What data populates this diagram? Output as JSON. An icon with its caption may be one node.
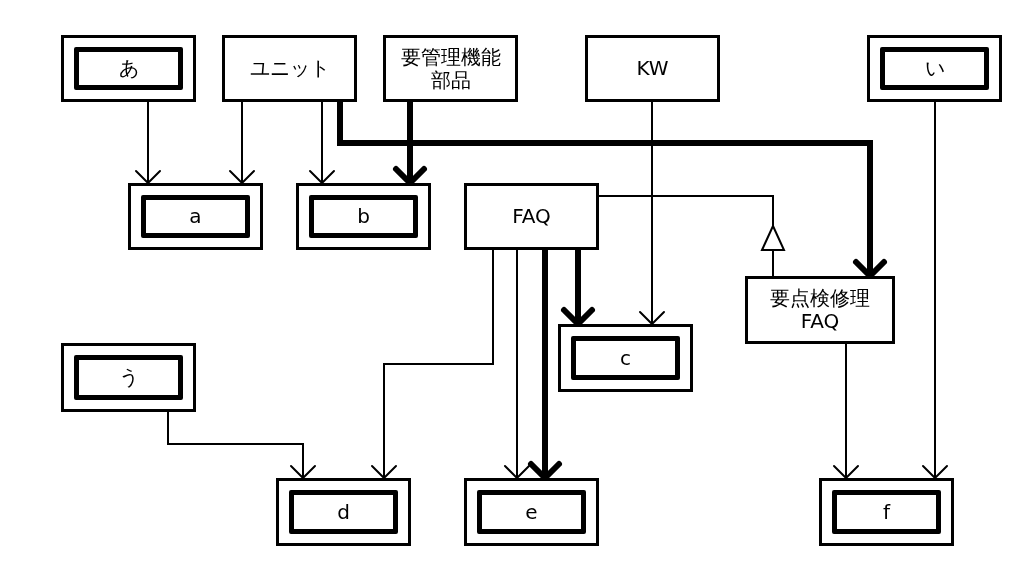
{
  "diagram": {
    "nodes": [
      {
        "text": [],
        "shape": "box"
      },
      {
        "text": [
          "あ"
        ],
        "in": 0
      },
      {
        "text": [
          "ユニット"
        ]
      },
      {
        "text": [
          "要管理機能部品"
        ]
      },
      {
        "text": [
          "KW"
        ]
      },
      {
        "text": [],
        "shape": "box"
      },
      {
        "text": [
          "い"
        ],
        "in": 5
      },
      {
        "text": [],
        "shape": "box"
      },
      {
        "text": [
          "a"
        ],
        "in": 7
      },
      {
        "text": [],
        "shape": "box"
      },
      {
        "text": [
          "b"
        ],
        "in": 9
      },
      {
        "text": [
          "FAQ"
        ]
      },
      {
        "text": [
          "要点検修理FAQ"
        ]
      },
      {
        "text": [],
        "shape": "box"
      },
      {
        "text": [
          "c"
        ],
        "in": 13
      },
      {
        "text": [],
        "shape": "box"
      },
      {
        "text": [
          "う"
        ],
        "in": 15
      },
      {
        "text": [],
        "shape": "box"
      },
      {
        "text": [
          "d"
        ],
        "in": 17
      },
      {
        "text": [],
        "shape": "box"
      },
      {
        "text": [
          "e"
        ],
        "in": 19
      },
      {
        "text": [],
        "shape": "box"
      },
      {
        "text": [
          "f"
        ],
        "in": 21
      }
    ],
    "edges": [
      {
        "from": 0,
        "to": 7,
        "arrow": "to"
      },
      {
        "from": 2,
        "to": 7,
        "arrow": "to"
      },
      {
        "from": 2,
        "to": 9,
        "arrow": "to"
      },
      {
        "from": 3,
        "to": 9,
        "arrow": "to",
        "style": "thick"
      },
      {
        "from": 2,
        "to": 12,
        "arrow": "to",
        "style": "thick"
      },
      {
        "from": 4,
        "to": 13,
        "arrow": "to"
      },
      {
        "from": 5,
        "to": 21,
        "arrow": "to"
      },
      {
        "from": 12,
        "to": 11,
        "arrow": "other"
      },
      {
        "from": 11,
        "to": 13,
        "arrow": "to",
        "style": "thick"
      },
      {
        "from": 11,
        "to": 17,
        "arrow": "to"
      },
      {
        "from": 11,
        "to": 19,
        "arrow": "to"
      },
      {
        "from": 11,
        "to": 19,
        "arrow": "to",
        "style": "thick"
      },
      {
        "from": 12,
        "to": 21,
        "arrow": "to"
      },
      {
        "from": 15,
        "to": 17,
        "arrow": "to"
      }
    ]
  }
}
